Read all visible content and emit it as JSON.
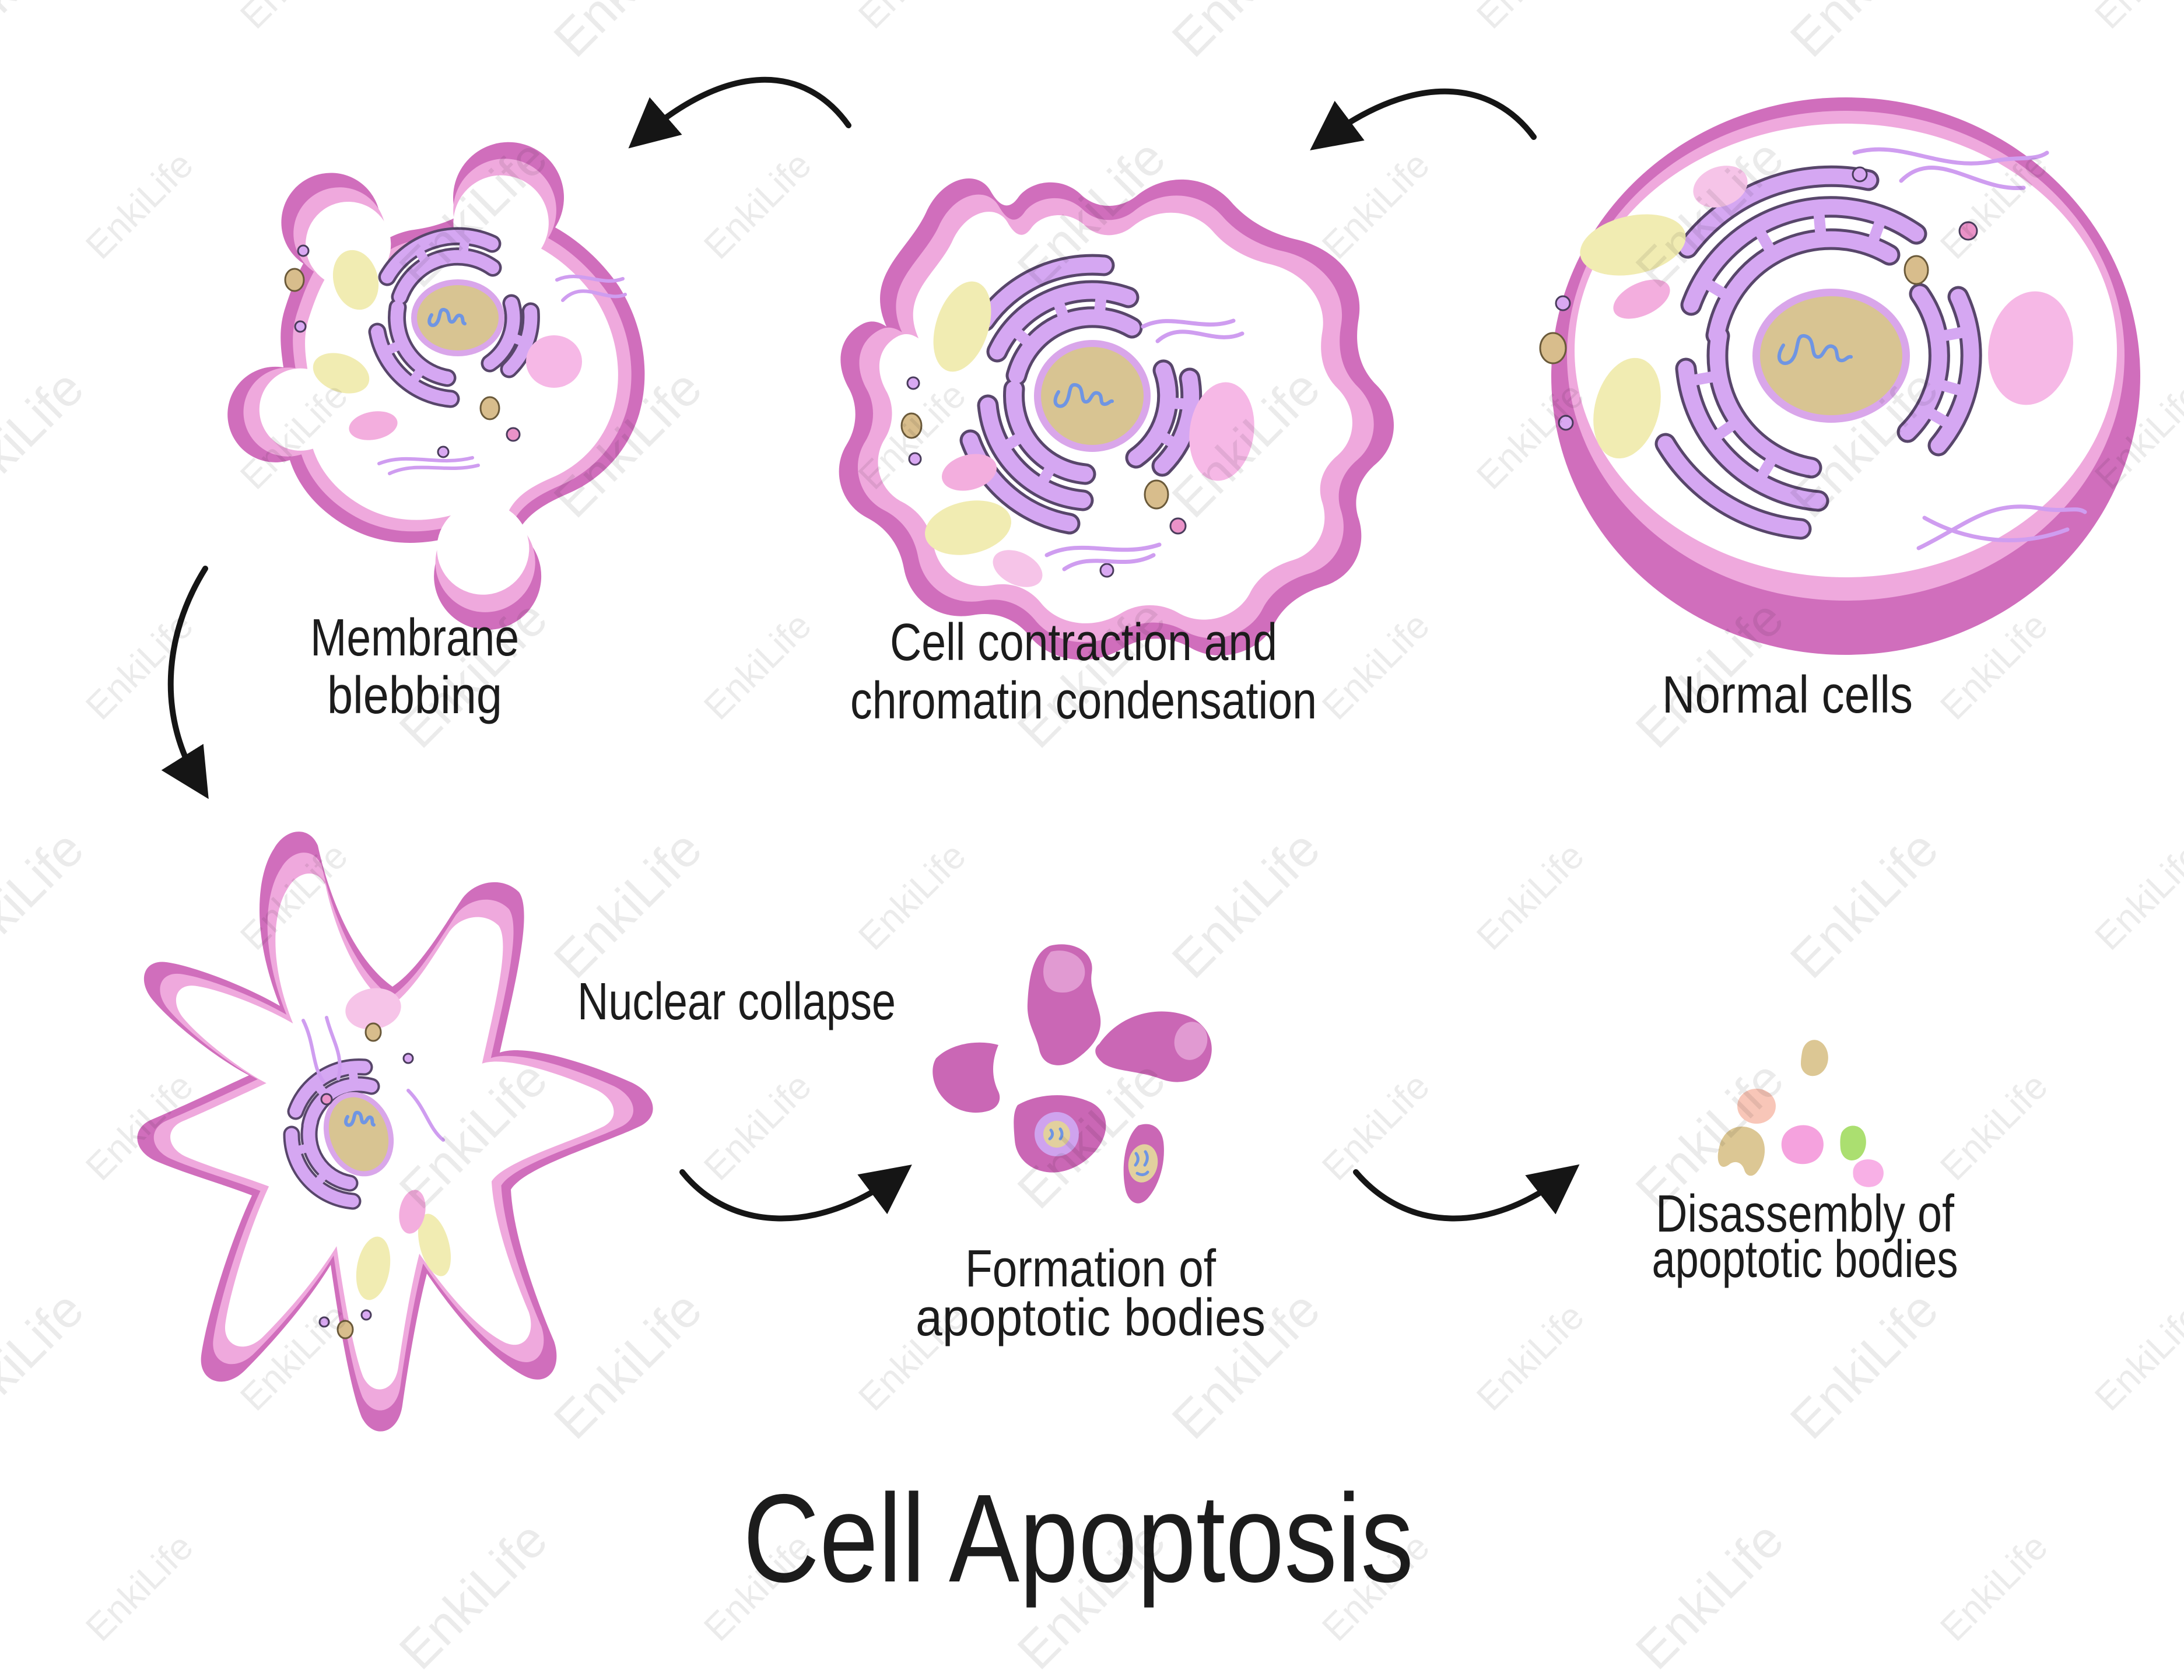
{
  "title": {
    "text": "Cell Apoptosis"
  },
  "watermark": {
    "text": "EnkiLife",
    "color": "rgba(0,0,0,0.08)"
  },
  "stages": [
    {
      "id": "normal-cells",
      "label_lines": [
        "Normal cells"
      ]
    },
    {
      "id": "cell-contraction",
      "label_lines": [
        "Cell contraction and",
        "chromatin condensation"
      ]
    },
    {
      "id": "membrane-blebbing",
      "label_lines": [
        "Membrane",
        "blebbing"
      ]
    },
    {
      "id": "nuclear-collapse",
      "label_lines": [
        "Nuclear collapse"
      ]
    },
    {
      "id": "formation-of-apoptotic-bodies",
      "label_lines": [
        "Formation of",
        "apoptotic bodies"
      ]
    },
    {
      "id": "disassembly-of-apoptotic-bodies",
      "label_lines": [
        "Disassembly of",
        "apoptotic bodies"
      ]
    }
  ],
  "arrows": [
    {
      "from": "normal-cells",
      "to": "cell-contraction"
    },
    {
      "from": "cell-contraction",
      "to": "membrane-blebbing"
    },
    {
      "from": "membrane-blebbing",
      "to": "nuclear-collapse"
    },
    {
      "from": "nuclear-collapse",
      "to": "formation-of-apoptotic-bodies"
    },
    {
      "from": "formation-of-apoptotic-bodies",
      "to": "disassembly-of-apoptotic-bodies"
    }
  ],
  "colors": {
    "membraneOuter": "#d06ebc",
    "membraneInner": "#efa9dd",
    "cytoplasm": "#ffffff",
    "nucleusFill": "#d8c492",
    "nucleusRim": "#d9a6ea",
    "erFill": "#d5a7f2",
    "erOutline": "#58466b",
    "chromatin": "#6f95e3",
    "yellow": "#f1ecb2",
    "pinkLight": "#f6c4e8",
    "pinkMid": "#f3aede",
    "pinkBig": "#f6b8e6",
    "tanVesicle": "#d8bd8c",
    "tanOutline": "#6b5a3a",
    "purpleDot": "#d9a8f2",
    "purpleOutline": "#4a3c5c",
    "pinkDot": "#ea92c8",
    "squiggle": "#cf9df0",
    "fragment": "#ca67b5",
    "fragmentLight": "#e19ad2",
    "ringPurple": "#cfa3ee",
    "fragNucleus": "#e2d09e",
    "bodyTan": "#dcc794",
    "bodySalmon": "#f8c6b8",
    "bodyPink": "#f5a2de",
    "bodyPink2": "#f8b0e6",
    "bodyGreen": "#abdf70",
    "arrow": "#151515",
    "text": "#1c1c1c"
  }
}
